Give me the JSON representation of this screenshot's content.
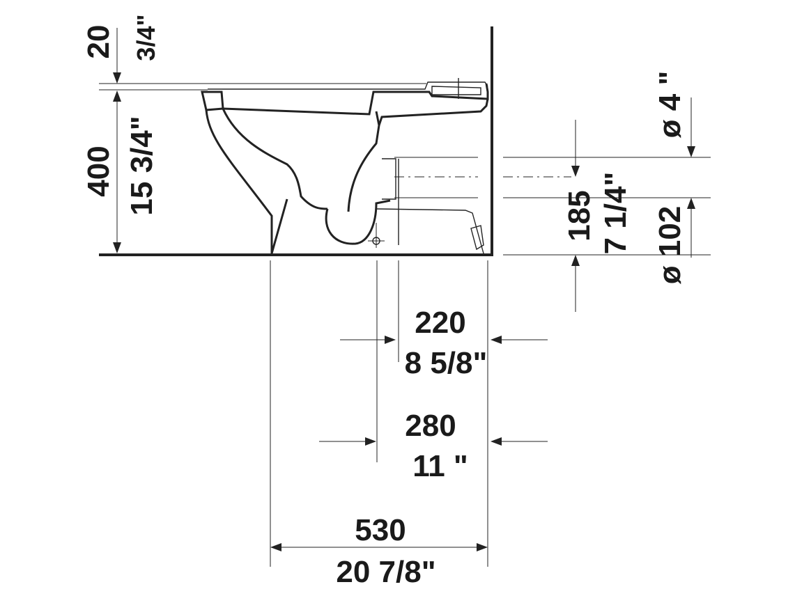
{
  "dimensions": {
    "rim_offset": {
      "mm": "20",
      "inch": "3/4\""
    },
    "height": {
      "mm": "400",
      "inch": "15 3/4\""
    },
    "outlet_height": {
      "mm": "185",
      "inch": "7 1/4\""
    },
    "pipe_diameter_top": {
      "inch": "ø 4 \""
    },
    "pipe_diameter_bottom": {
      "mm": "ø 102"
    },
    "axis_220": {
      "mm": "220",
      "inch": "8 5/8\""
    },
    "axis_280": {
      "mm": "280",
      "inch": "11 \""
    },
    "depth": {
      "mm": "530",
      "inch": "20 7/8\""
    }
  },
  "colors": {
    "line": "#222222",
    "background": "#ffffff"
  }
}
